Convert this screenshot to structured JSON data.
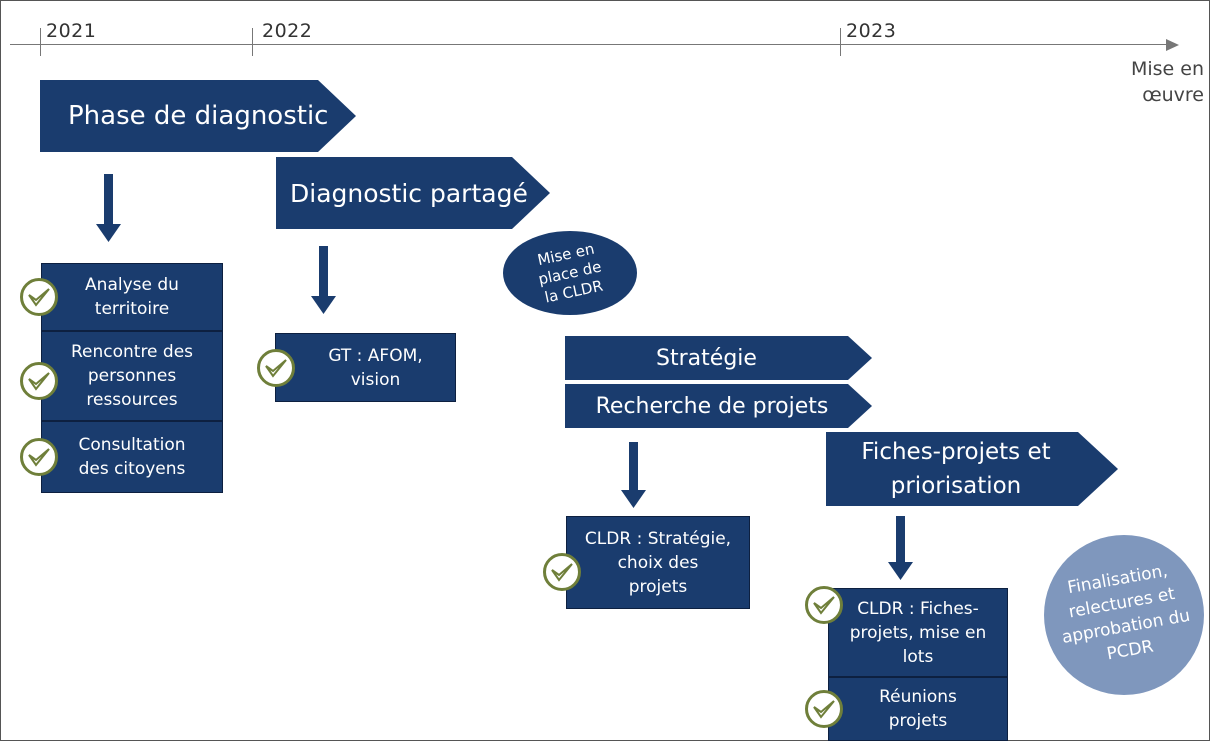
{
  "timeline": {
    "years": [
      "2021",
      "2022",
      "2023"
    ],
    "end_label_1": "Mise en",
    "end_label_2": "œuvre"
  },
  "phases": {
    "diagnostic": "Phase de diagnostic",
    "diagnostic_partage": "Diagnostic partagé",
    "strategie": "Stratégie",
    "recherche": "Recherche de projets",
    "fiches_1": "Fiches-projets et",
    "fiches_2": "priorisation"
  },
  "ellipses": {
    "cldr_1": "Mise en",
    "cldr_2": "place de",
    "cldr_3": "la CLDR",
    "final_1": "Finalisation,",
    "final_2": "relectures et",
    "final_3": "approbation du",
    "final_4": "PCDR"
  },
  "boxes": {
    "analyse_1": "Analyse du",
    "analyse_2": "territoire",
    "rencontre_1": "Rencontre des",
    "rencontre_2": "personnes",
    "rencontre_3": "ressources",
    "consultation_1": "Consultation",
    "consultation_2": "des citoyens",
    "gt_1": "GT : AFOM,",
    "gt_2": "vision",
    "cldr_strat_1": "CLDR : Stratégie,",
    "cldr_strat_2": "choix des",
    "cldr_strat_3": "projets",
    "cldr_fiches_1": "CLDR : Fiches-",
    "cldr_fiches_2": "projets, mise en",
    "cldr_fiches_3": "lots",
    "reunions_1": "Réunions",
    "reunions_2": "projets"
  },
  "colors": {
    "navy": "#1a3c6e",
    "light_blue": "#7f97bd",
    "check_green": "#6f7f3a"
  }
}
